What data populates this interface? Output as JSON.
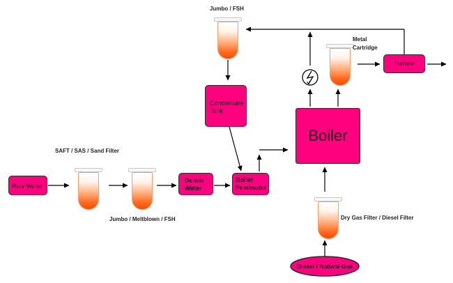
{
  "labels": {
    "jumbo_fsh": "Jumbo / FSH",
    "metal_cartridge": "Metal Cartridge",
    "saft_sas_sand": "SAFT / SAS / Sand Filter",
    "jumbo_meltblown_fsh": "Jumbo / Meltblown / FSH",
    "dry_gas_diesel": "Dry Gas Filter / Diesel Filter"
  },
  "nodes": {
    "raw_water": "Raw Water",
    "demin_water": "Demin Water",
    "boiler_feedwater": "Boiler Feedwater",
    "condensate_tank": "Condensate Tank",
    "boiler": "Boiler",
    "turbine": "Turbine",
    "fuel": "Diesel / Natural Gas"
  },
  "colors": {
    "node_fill": "#ff007f",
    "filter_fluid": "#ff5a10",
    "arrow": "#000000"
  },
  "icons": [
    "filter-cartridge-icon",
    "generator-icon"
  ]
}
